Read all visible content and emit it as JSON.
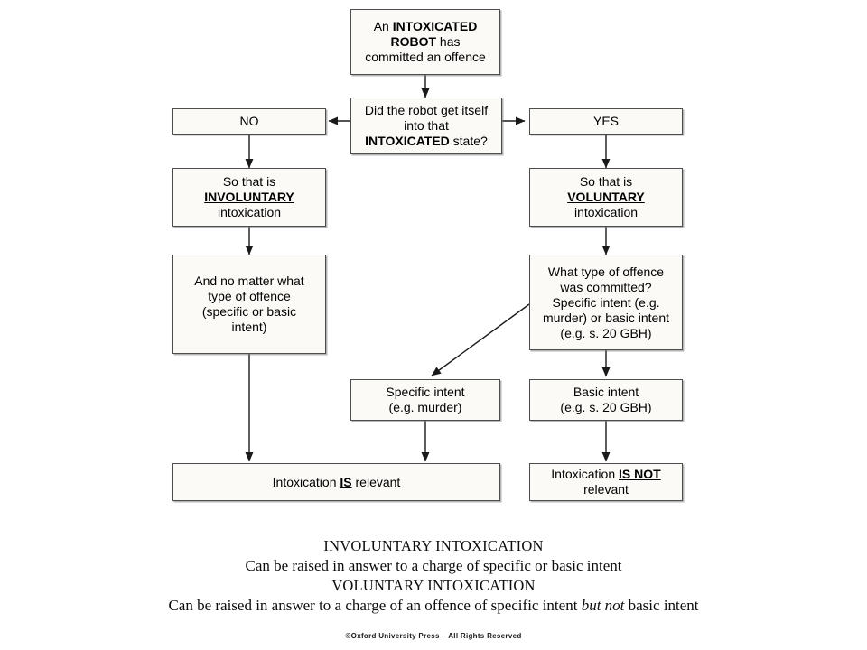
{
  "diagram": {
    "title_node": {
      "id": "intoxicated-robot",
      "line1_pre": "An ",
      "line1_bold": "INTOXICATED",
      "line2_bold": "ROBOT",
      "line2_post": " has",
      "line3": "committed an offence",
      "plain": "An INTOXICATED ROBOT has committed an offence"
    },
    "decision_node": {
      "id": "did-robot-get-itself",
      "line1": "Did the robot get itself",
      "line2": "into that",
      "line3_bold": "INTOXICATED",
      "line3_post": " state?",
      "plain": "Did the robot get itself into that INTOXICATED state?"
    },
    "branch_no": {
      "id": "branch-no",
      "label": "NO"
    },
    "branch_yes": {
      "id": "branch-yes",
      "label": "YES"
    },
    "involuntary_node": {
      "id": "involuntary-intoxication",
      "line1": "So that is",
      "line2_bold_underline": "INVOLUNTARY",
      "line3": "intoxication",
      "plain": "So that is INVOLUNTARY intoxication"
    },
    "voluntary_node": {
      "id": "voluntary-intoxication",
      "line1": "So that is",
      "line2_bold_underline": "VOLUNTARY",
      "line3": "intoxication",
      "plain": "So that is VOLUNTARY intoxication"
    },
    "no_matter_node": {
      "id": "and-no-matter-what",
      "line1": "And no matter what",
      "line2": "type of offence",
      "line3": "(specific or basic",
      "line4": "intent)",
      "plain": "And no matter what type of offence (specific or basic intent)"
    },
    "offence_type_node": {
      "id": "what-type-of-offence",
      "line1": "What type of offence",
      "line2": "was committed?",
      "line3": "Specific intent (e.g.",
      "line4": "murder) or basic intent",
      "line5": "(e.g. s. 20 GBH)",
      "plain": "What type of offence was committed? Specific intent (e.g. murder) or basic intent (e.g. s. 20 GBH)"
    },
    "specific_intent_node": {
      "id": "specific-intent",
      "line1": "Specific intent",
      "line2": "(e.g. murder)",
      "plain": "Specific intent (e.g. murder)"
    },
    "basic_intent_node": {
      "id": "basic-intent",
      "line1": "Basic intent",
      "line2": "(e.g. s. 20 GBH)",
      "plain": "Basic intent (e.g. s. 20 GBH)"
    },
    "is_relevant_node": {
      "id": "intoxication-is-relevant",
      "pre": "Intoxication ",
      "bold_underline": "IS",
      "post": " relevant",
      "plain": "Intoxication IS relevant"
    },
    "is_not_relevant_node": {
      "id": "intoxication-is-not-relevant",
      "pre": "Intoxication ",
      "bold_underline": "IS NOT",
      "line2": "relevant",
      "plain": "Intoxication IS NOT relevant"
    }
  },
  "caption": {
    "line1": "INVOLUNTARY INTOXICATION",
    "line2": "Can be raised in answer to a charge of specific or basic intent",
    "line3": "VOLUNTARY INTOXICATION",
    "line4_pre": "Can be raised in answer to a charge of an offence of specific intent ",
    "line4_italic": "but not",
    "line4_post": " basic intent"
  },
  "footer": {
    "copyright": "©Oxford University Press – All Rights Reserved"
  },
  "colors": {
    "box_fill": "#fbfaf6",
    "box_border": "#4d4d4d",
    "connector": "#1a1a1a",
    "page_background": "#ffffff",
    "text": "#000000"
  }
}
